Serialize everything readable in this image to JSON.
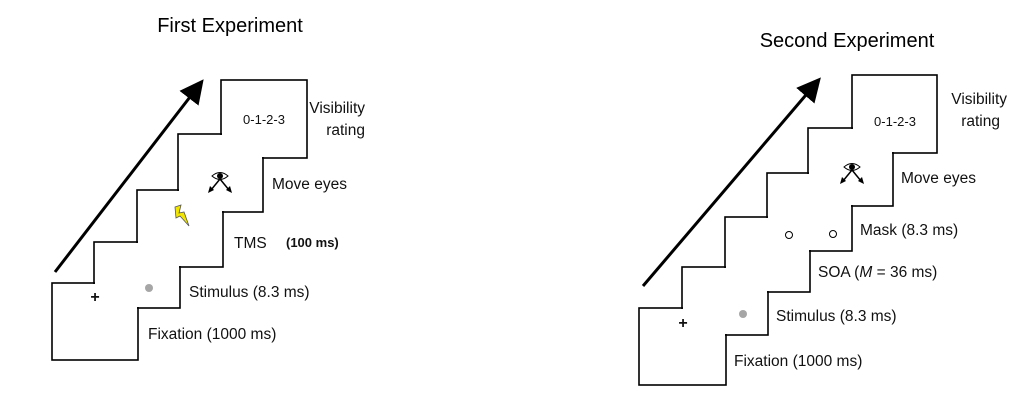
{
  "panels": [
    {
      "title": "First Experiment",
      "rating_scale": "0-1-2-3",
      "steps": [
        {
          "label": "Fixation (1000 ms)"
        },
        {
          "label": "Stimulus (8.3 ms)"
        },
        {
          "label": "TMS",
          "duration": "(100 ms)"
        },
        {
          "label": "Move eyes"
        },
        {
          "label_line1": "Visibility",
          "label_line2": "rating"
        }
      ]
    },
    {
      "title": "Second Experiment",
      "rating_scale": "0-1-2-3",
      "steps": [
        {
          "label": "Fixation (1000 ms)"
        },
        {
          "label": "Stimulus (8.3 ms)"
        },
        {
          "label_prefix": "SOA (",
          "label_italic": "M",
          "label_suffix": " = 36 ms)"
        },
        {
          "label": "Mask (8.3 ms)"
        },
        {
          "label": "Move eyes"
        },
        {
          "label_line1": "Visibility",
          "label_line2": "rating"
        }
      ]
    }
  ],
  "colors": {
    "stimulus_dot": "#a6a6a6",
    "tms_bolt": "#f2e600",
    "stroke": "#000000"
  }
}
